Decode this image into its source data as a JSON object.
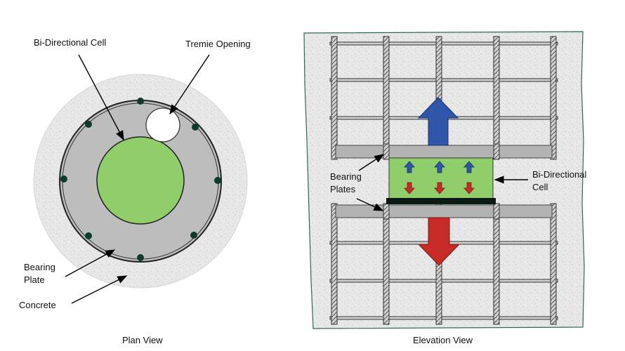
{
  "plan": {
    "caption": "Plan View",
    "labels": {
      "bidirectional_cell": "Bi-Directional Cell",
      "tremie_opening": "Tremie Opening",
      "bearing_plate_line1": "Bearing",
      "bearing_plate_line2": "Plate",
      "concrete": "Concrete"
    }
  },
  "elevation": {
    "caption": "Elevation View",
    "labels": {
      "bearing_plates_line1": "Bearing",
      "bearing_plates_line2": "Plates",
      "bidirectional_cell_line1": "Bi-Directional",
      "bidirectional_cell_line2": "Cell"
    }
  },
  "colors": {
    "concrete": "#e6e6e6",
    "plate": "#bdbdbd",
    "cell": "#8fce6a",
    "up_arrow": "#2f56a8",
    "down_arrow": "#c72b26",
    "bar_dot": "#0f3b2d",
    "border": "#2e6b4d"
  }
}
